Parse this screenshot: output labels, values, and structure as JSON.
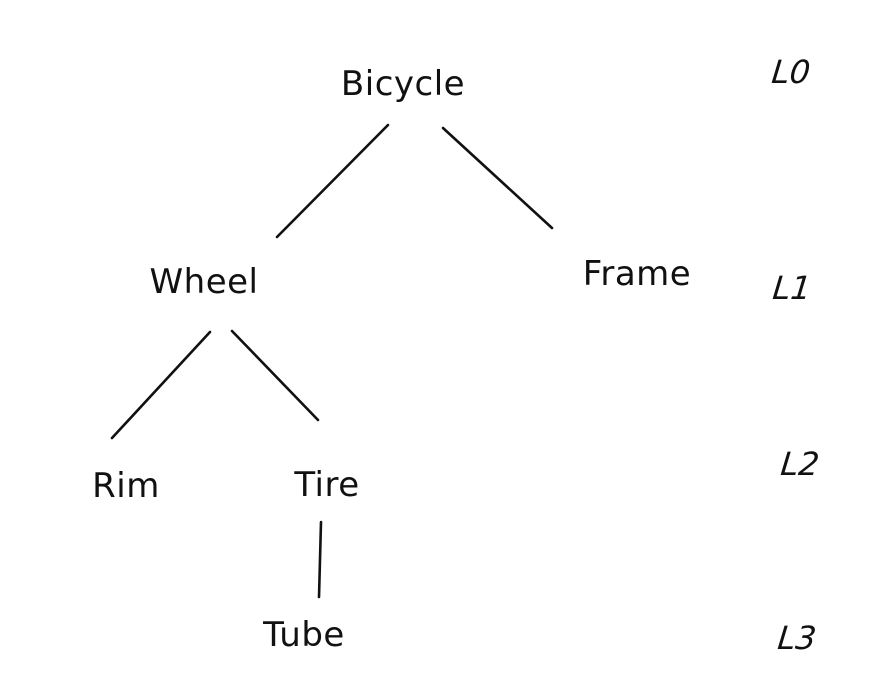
{
  "diagram": {
    "type": "tree",
    "description": "Hand-drawn hierarchy tree of bicycle components with level annotations",
    "nodes": [
      {
        "id": "bicycle",
        "label": "Bicycle",
        "level": 0,
        "parent": null
      },
      {
        "id": "wheel",
        "label": "Wheel",
        "level": 1,
        "parent": "bicycle"
      },
      {
        "id": "frame",
        "label": "Frame",
        "level": 1,
        "parent": "bicycle"
      },
      {
        "id": "rim",
        "label": "Rim",
        "level": 2,
        "parent": "wheel"
      },
      {
        "id": "tire",
        "label": "Tire",
        "level": 2,
        "parent": "wheel"
      },
      {
        "id": "tube",
        "label": "Tube",
        "level": 3,
        "parent": "tire"
      }
    ],
    "edges": [
      {
        "from": "bicycle",
        "to": "wheel"
      },
      {
        "from": "bicycle",
        "to": "frame"
      },
      {
        "from": "wheel",
        "to": "rim"
      },
      {
        "from": "wheel",
        "to": "tire"
      },
      {
        "from": "tire",
        "to": "tube"
      }
    ],
    "level_labels": [
      {
        "label": "L0"
      },
      {
        "label": "L1"
      },
      {
        "label": "L2"
      },
      {
        "label": "L3"
      }
    ]
  },
  "colors": {
    "ink": "#111111",
    "background": "#ffffff"
  }
}
